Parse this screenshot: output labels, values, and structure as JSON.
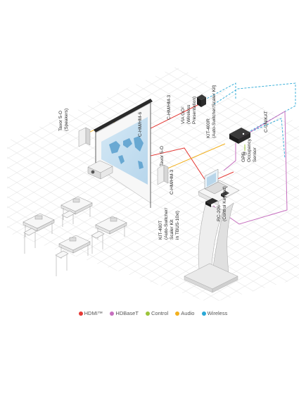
{
  "labels": {
    "tavor_speakers": [
      "Tavor 5-O",
      "(Speakers)"
    ],
    "c_hmhm_6": "C-HM/HM-6",
    "c_hmhm_3_top": "C-HM/HM-3",
    "via_go": [
      "VIA GO²",
      "(Wireless",
      "Presentation)"
    ],
    "kit_400r": [
      "KIT-400R",
      "(Auto-Switcher/Scaler Kit)"
    ],
    "c_unikat": "C-UNIKAT",
    "occupancy": [
      "GPI",
      "Occupancy",
      "Sensor"
    ],
    "tavor_center": "Tavor 5-O",
    "c_hmhm_3_bottom": "C-HM/HM-3",
    "kit_400t": [
      "KIT-400T",
      "(Auto-Switcher/",
      "Scaler Kit",
      "in TBUS-10xl)"
    ],
    "rc_206": [
      "RC-206",
      "(Control Keypad)"
    ]
  },
  "legend": [
    {
      "label": "HDMI™",
      "color": "#e53935"
    },
    {
      "label": "HDBaseT",
      "color": "#c66fbf"
    },
    {
      "label": "Control",
      "color": "#9cc43a"
    },
    {
      "label": "Audio",
      "color": "#f2b01e"
    },
    {
      "label": "Wireless",
      "color": "#29a8d6"
    }
  ]
}
